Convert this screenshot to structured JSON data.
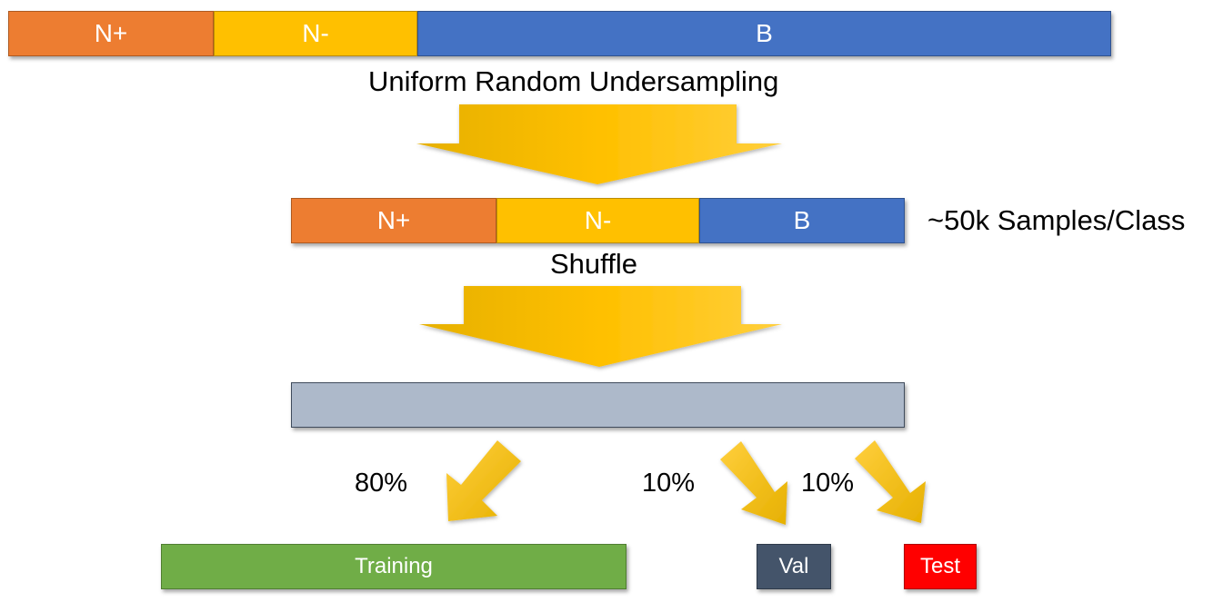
{
  "top_bar": {
    "segments": [
      {
        "label": "N+",
        "color": "#ED7D31"
      },
      {
        "label": "N-",
        "color": "#FFC000"
      },
      {
        "label": "B",
        "color": "#4472C4"
      }
    ]
  },
  "step1_label": "Uniform Random Undersampling",
  "mid_bar": {
    "segments": [
      {
        "label": "N+",
        "color": "#ED7D31"
      },
      {
        "label": "N-",
        "color": "#FFC000"
      },
      {
        "label": "B",
        "color": "#4472C4"
      }
    ],
    "side_label": "~50k Samples/Class"
  },
  "step2_label": "Shuffle",
  "shuffled_bar": {
    "color": "#ADB9CA"
  },
  "splits": [
    {
      "percent": "80%",
      "label": "Training",
      "color": "#70AD47"
    },
    {
      "percent": "10%",
      "label": "Val",
      "color": "#44546A"
    },
    {
      "percent": "10%",
      "label": "Test",
      "color": "#FF0000"
    }
  ],
  "arrow_color": "#FFC000"
}
